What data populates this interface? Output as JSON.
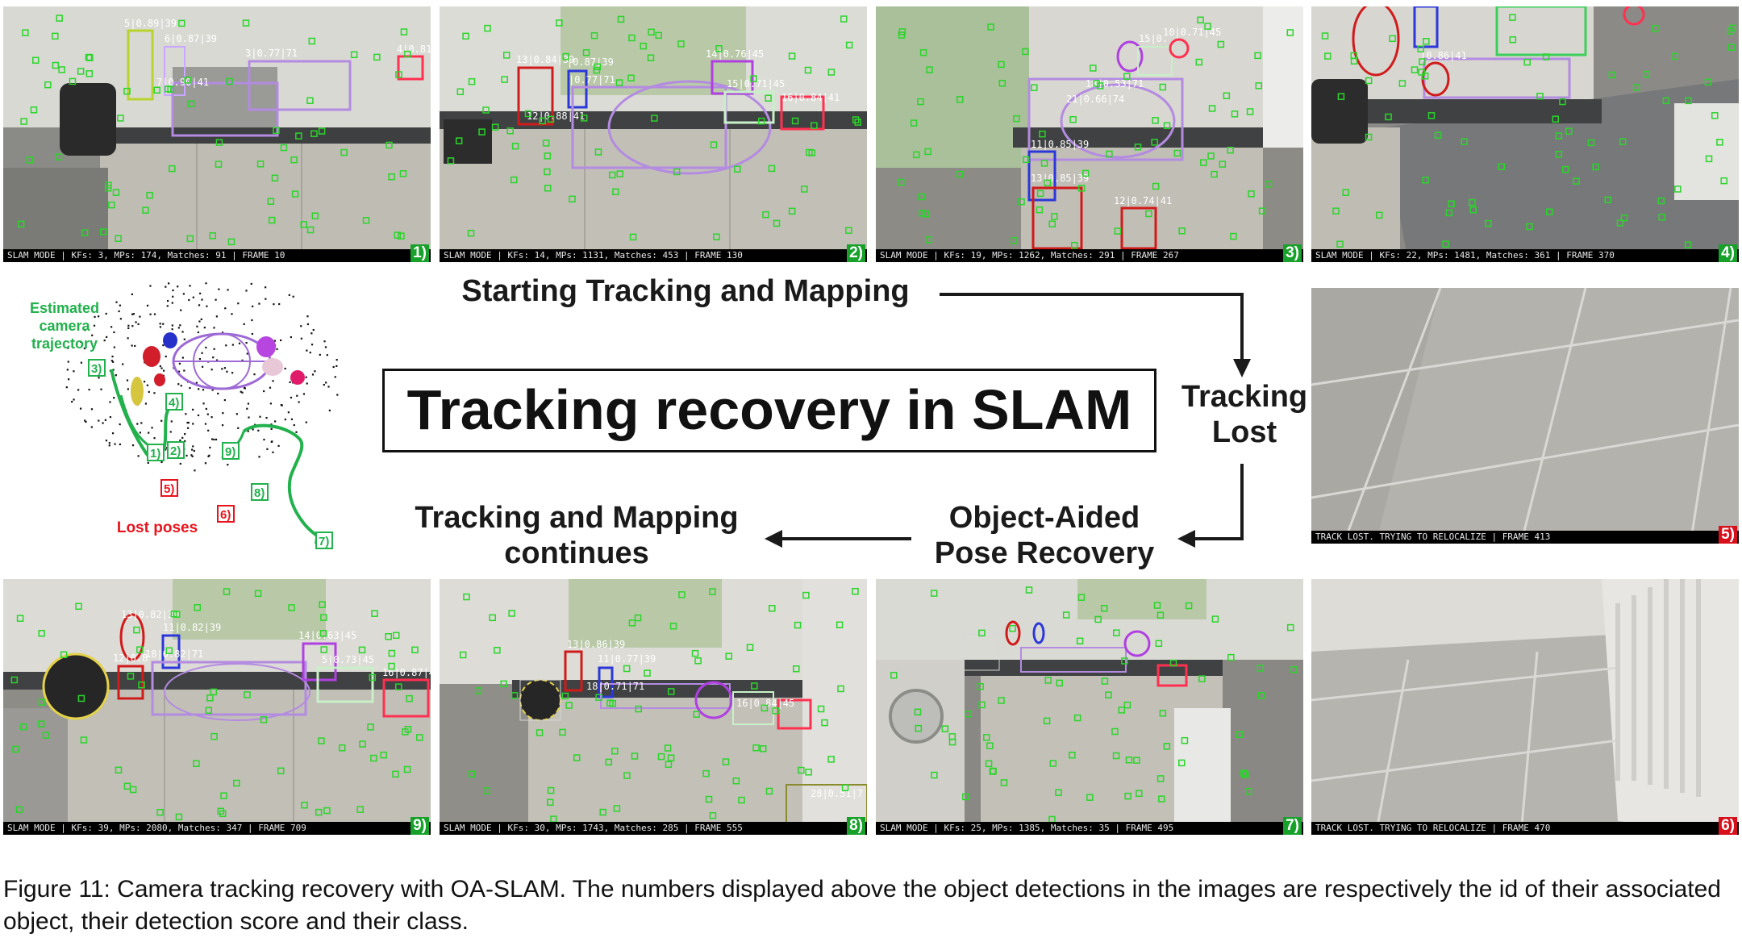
{
  "title": "Tracking recovery in SLAM",
  "flow": {
    "start": "Starting Tracking and Mapping",
    "lost_line1": "Tracking",
    "lost_line2": "Lost",
    "recovery_line1": "Object-Aided",
    "recovery_line2": "Pose Recovery",
    "continue_line1": "Tracking and Mapping",
    "continue_line2": "continues"
  },
  "trajectory_map": {
    "estimated_label_1": "Estimated",
    "estimated_label_2": "camera",
    "estimated_label_3": "trajectory",
    "lost_label": "Lost poses",
    "markers": [
      "1)",
      "2)",
      "3)",
      "4)",
      "5)",
      "6)",
      "7)",
      "8)",
      "9)"
    ],
    "colors": {
      "trajectory": "#22b14c",
      "lost": "#e8141d"
    }
  },
  "frames": [
    {
      "id": "1)",
      "status": "ok",
      "hud": "SLAM MODE  |  KFs: 3, MPs: 174, Matches: 91 | FRAME 10",
      "labels": [
        "5|0.89|39",
        "6|0.87|39",
        "3|0.77|71",
        "7|0.90|41",
        "4|0.81"
      ]
    },
    {
      "id": "2)",
      "status": "ok",
      "hud": "SLAM MODE  |  KFs: 14, MPs: 1131, Matches: 453 | FRAME 130",
      "labels": [
        "13|0.84|39",
        "|0.87|39",
        "|0.77|71",
        "14|0.76|45",
        "15|0.71|45",
        "16|0.84|41",
        "12|0.88|41"
      ]
    },
    {
      "id": "3)",
      "status": "ok",
      "hud": "SLAM MODE  |  KFs: 19, MPs: 1262, Matches: 291 | FRAME 267",
      "labels": [
        "10|0.71|45",
        "15|0.",
        "18|0.53|71",
        "21|0.66|74",
        "11|0.85|39",
        "13|0.85|39",
        "12|0.74|41"
      ]
    },
    {
      "id": "4)",
      "status": "ok",
      "hud": "SLAM MODE  |  KFs: 22, MPs: 1481, Matches: 361 | FRAME 370",
      "labels": [
        "|0.86|41"
      ]
    },
    {
      "id": "5)",
      "status": "lost",
      "hud": "TRACK LOST. TRYING TO RELOCALIZE  | FRAME 413",
      "labels": []
    },
    {
      "id": "6)",
      "status": "lost",
      "hud": "TRACK LOST. TRYING TO RELOCALIZE  | FRAME 470",
      "labels": []
    },
    {
      "id": "7)",
      "status": "ok",
      "hud": "SLAM MODE  |  KFs: 25, MPs: 1385, Matches: 35 | FRAME 495",
      "labels": []
    },
    {
      "id": "8)",
      "status": "ok",
      "hud": "SLAM MODE  |  KFs: 30, MPs: 1743, Matches: 285 | FRAME 555",
      "labels": [
        "13|0.86|39",
        "11|0.77|39",
        "18|0.71|71",
        "16|0.84|45",
        "28|0.51|7"
      ]
    },
    {
      "id": "9)",
      "status": "ok",
      "hud": "SLAM MODE  |  KFs: 39, MPs: 2080, Matches: 347 | FRAME 709",
      "labels": [
        "13|0.82|39",
        "11|0.82|39",
        "18|0.82|71",
        "14|0.63|45",
        "5|0.73|45",
        "16|0.87|4",
        "12|0.8"
      ]
    }
  ],
  "caption": "Figure 11: Camera tracking recovery with OA-SLAM. The numbers displayed above the object detections in the images are respectively the id of their associated object, their detection score and their class.",
  "colors": {
    "ok_badge": "#17a12a",
    "lost_badge": "#d8101c",
    "feature": "#2bd52b"
  }
}
